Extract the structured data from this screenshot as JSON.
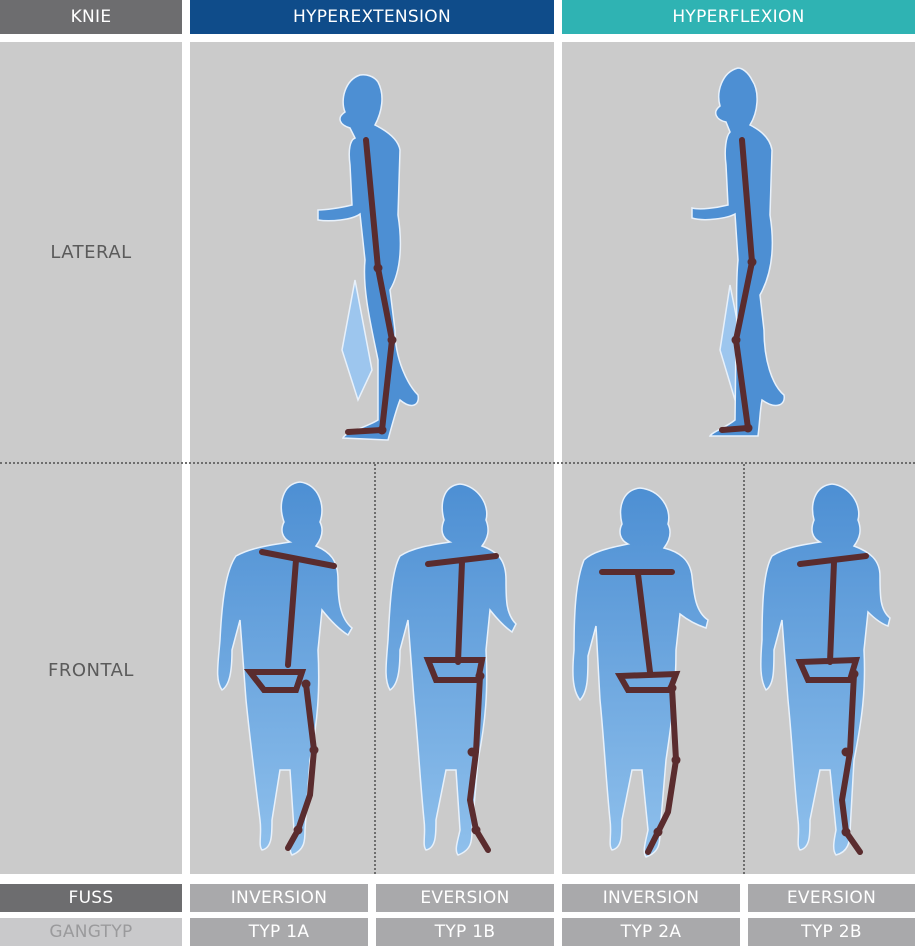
{
  "header": {
    "knie": "KNIE",
    "hyperextension": "HYPEREXTENSION",
    "hyperflexion": "HYPERFLEXION"
  },
  "rows": {
    "lateral": "LATERAL",
    "frontal": "FRONTAL"
  },
  "footer": {
    "fuss": "FUSS",
    "gangtyp": "GANGTYP",
    "foot_types": [
      "INVERSION",
      "EVERSION",
      "INVERSION",
      "EVERSION"
    ],
    "gait_types": [
      "TYP 1A",
      "TYP 1B",
      "TYP 2A",
      "TYP 2B"
    ]
  },
  "colors": {
    "knie_header": "#6d6d6f",
    "hyperextension_header": "#0f4c8a",
    "hyperflexion_header": "#2fb3b3",
    "panel": "#cbcbcb",
    "figure": "#4d8fd3",
    "skeleton": "#5a2c2e",
    "footer_dark": "#6d6d6f",
    "footer_light": "#a9a9ab",
    "label_text": "#5b5b5b"
  }
}
